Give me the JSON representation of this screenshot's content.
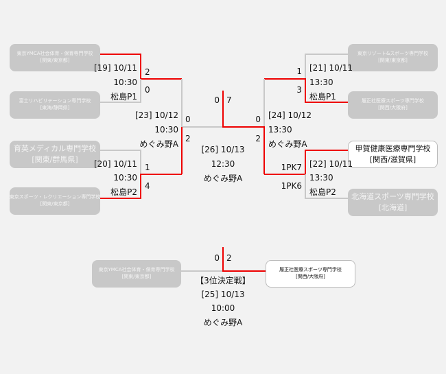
{
  "colors": {
    "winner_line": "#ee0000",
    "loser_line": "#c8c8c8",
    "loser_box": "#c8c8c8",
    "winner_box": "#ffffff",
    "background": "#f2f2f2"
  },
  "teams": {
    "l1": {
      "name": "東京YMCA社会体育・保育専門学校",
      "region": "[関東/東京都]"
    },
    "l2": {
      "name": "富士リハビリテーション専門学校",
      "region": "[東海/静岡県]"
    },
    "l3": {
      "name": "育英メディカル専門学校",
      "region": "[関東/群馬県]"
    },
    "l4": {
      "name": "東京スポーツ・レクリエーション専門学校",
      "region": "[関東/東京都]"
    },
    "r1": {
      "name": "東京リゾート&スポーツ専門学校",
      "region": "[関東/東京都]"
    },
    "r2": {
      "name": "履正社医療スポーツ専門学校",
      "region": "[関西/大阪府]"
    },
    "r3": {
      "name": "甲賀健康医療専門学校",
      "region": "[関西/滋賀県]"
    },
    "r4": {
      "name": "北海道スポーツ専門学校",
      "region": "[北海道]"
    },
    "t1": {
      "name": "東京YMCA社会体育・保育専門学校",
      "region": "[関東/東京都]"
    },
    "t2": {
      "name": "履正社医療スポーツ専門学校",
      "region": "[関西/大阪府]"
    }
  },
  "matches": {
    "m19": {
      "label": "[19] 10/11",
      "time": "10:30",
      "venue": "松島P1",
      "score_top": "2",
      "score_bottom": "0"
    },
    "m20": {
      "label": "[20] 10/11",
      "time": "10:30",
      "venue": "松島P2",
      "score_top": "1",
      "score_bottom": "4"
    },
    "m21": {
      "label": "[21] 10/11",
      "time": "13:30",
      "venue": "松島P1",
      "score_top": "1",
      "score_bottom": "3"
    },
    "m22": {
      "label": "[22] 10/11",
      "time": "13:30",
      "venue": "松島P2",
      "score_top": "1PK7",
      "score_bottom": "1PK6"
    },
    "m23": {
      "label": "[23] 10/12",
      "time": "10:30",
      "venue": "めぐみ野A",
      "score_top": "0",
      "score_bottom": "2"
    },
    "m24": {
      "label": "[24] 10/12",
      "time": "13:30",
      "venue": "めぐみ野A",
      "score_top": "0",
      "score_bottom": "2"
    },
    "m26": {
      "label": "[26] 10/13",
      "time": "12:30",
      "venue": "めぐみ野A",
      "score_left": "0",
      "score_right": "7"
    },
    "m25": {
      "title": "【3位決定戦】",
      "label": "[25] 10/13",
      "time": "10:00",
      "venue": "めぐみ野A",
      "score_left": "0",
      "score_right": "2"
    }
  }
}
